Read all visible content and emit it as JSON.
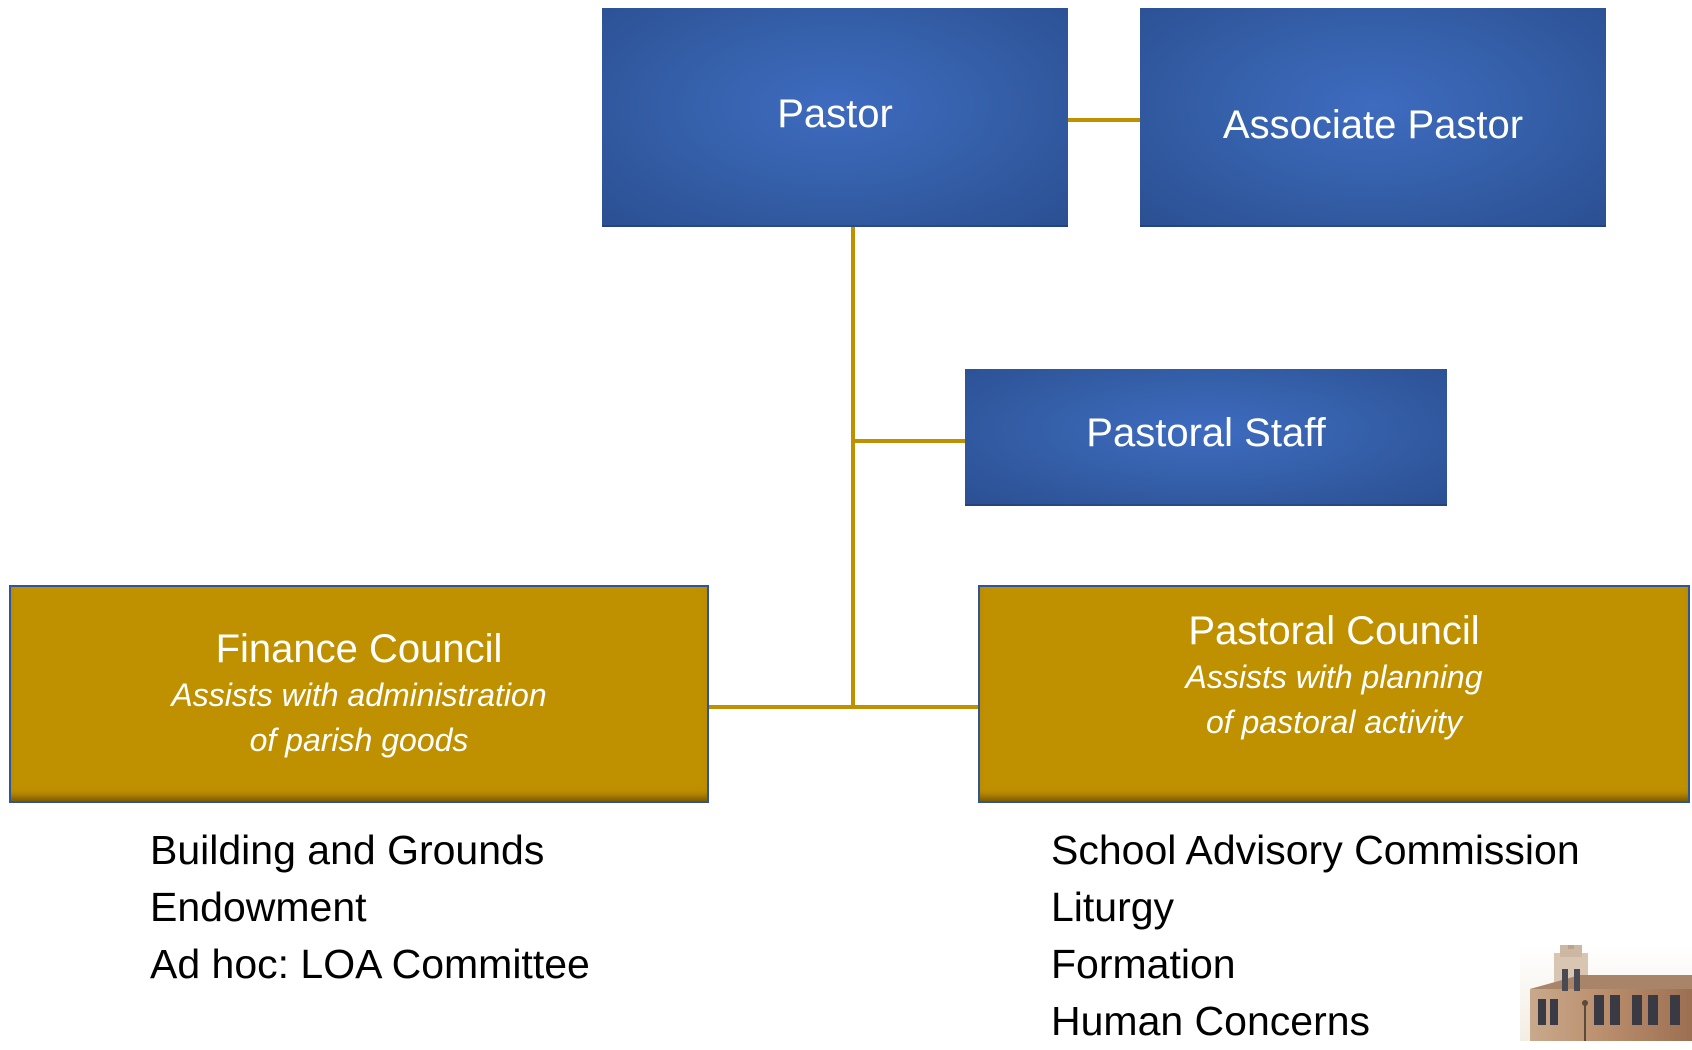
{
  "org_chart": {
    "pastor": {
      "title": "Pastor"
    },
    "associate_pastor": {
      "title": "Associate Pastor"
    },
    "pastoral_staff": {
      "title": "Pastoral Staff"
    },
    "finance_council": {
      "title": "Finance Council",
      "subtitle_line1": "Assists with administration",
      "subtitle_line2": "of parish goods",
      "committees": [
        "Building and Grounds",
        "Endowment",
        "Ad hoc: LOA Committee"
      ]
    },
    "pastoral_council": {
      "title": "Pastoral Council",
      "subtitle_line1": "Assists with planning",
      "subtitle_line2": "of pastoral activity",
      "committees": [
        "School Advisory Commission",
        "Liturgy",
        "Formation",
        "Human Concerns"
      ]
    }
  },
  "colors": {
    "blue_box": "#3560aa",
    "gold_box": "#bf9000",
    "connector": "#bf9000",
    "text_on_box": "#ffffff",
    "list_text": "#000000"
  },
  "icons": {
    "church_image": "church-building-image"
  }
}
